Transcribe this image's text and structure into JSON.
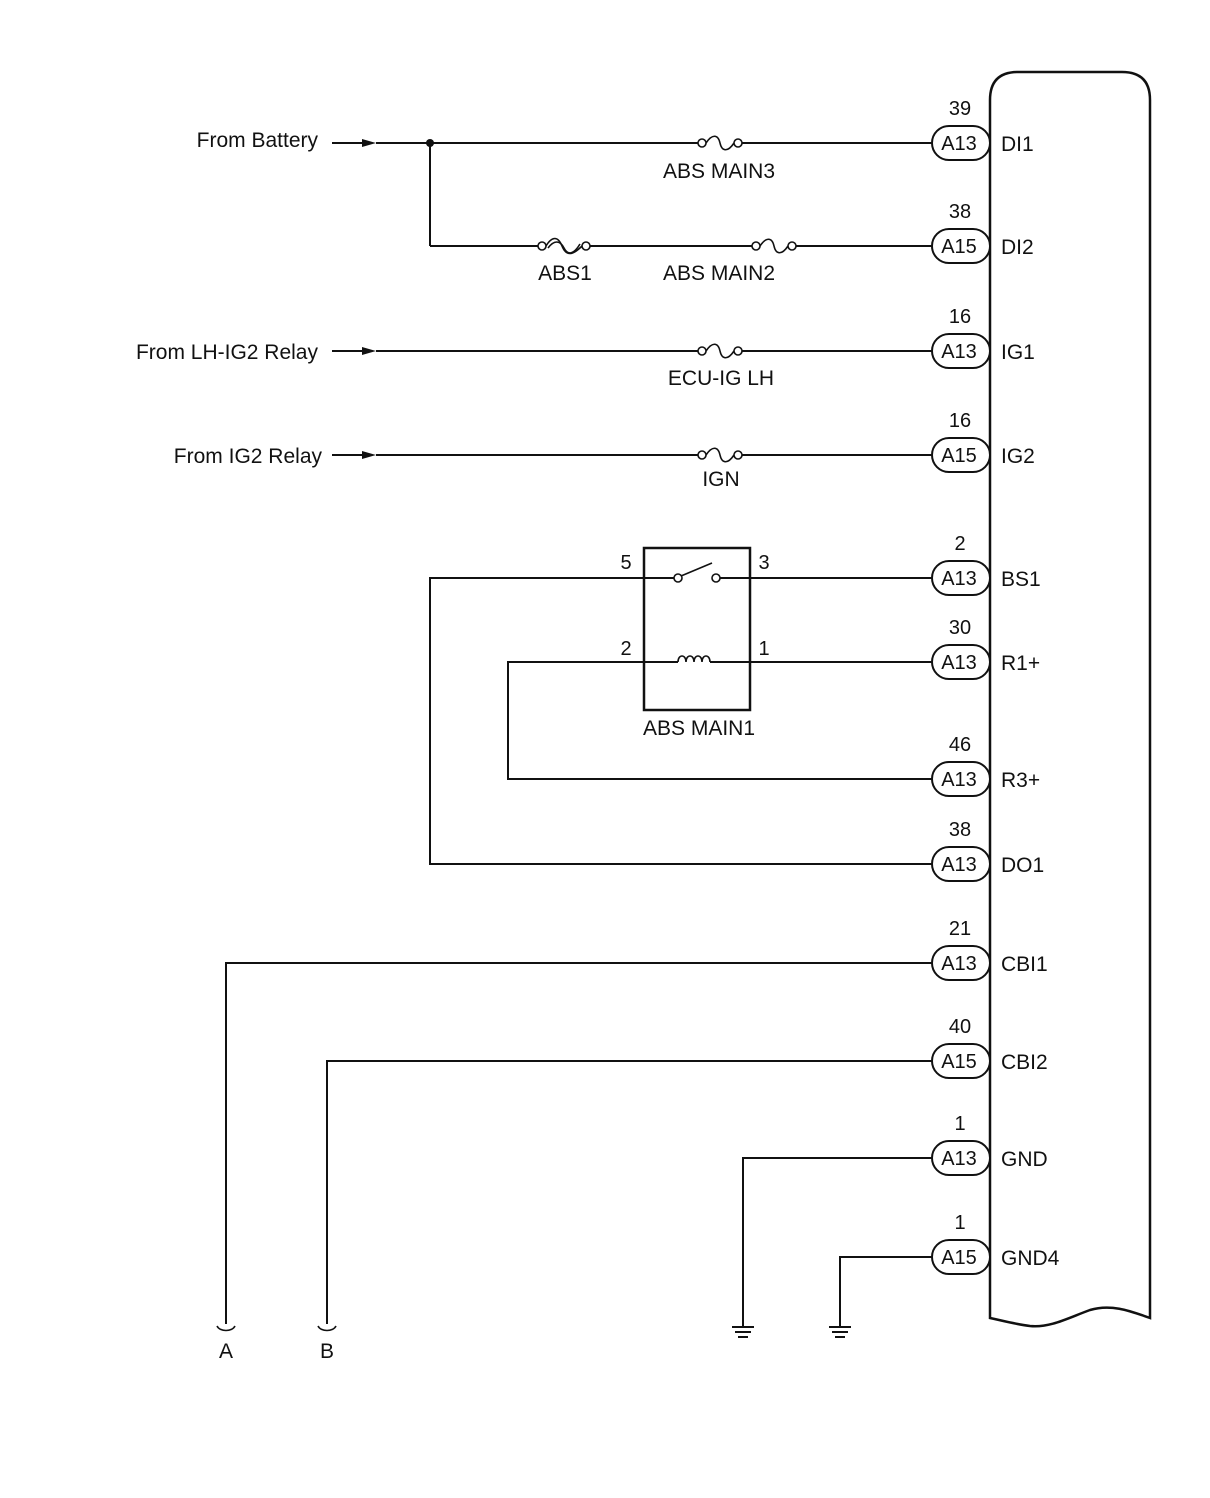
{
  "sources": [
    {
      "id": "battery",
      "label": "From Battery"
    },
    {
      "id": "lh_ig2",
      "label": "From LH-IG2 Relay"
    },
    {
      "id": "ig2",
      "label": "From IG2 Relay"
    }
  ],
  "fuses": {
    "abs_main3": "ABS MAIN3",
    "abs1": "ABS1",
    "abs_main2": "ABS MAIN2",
    "ecu_ig_lh": "ECU-IG LH",
    "ign": "IGN"
  },
  "relay": {
    "name": "ABS MAIN1",
    "pins": {
      "p5": "5",
      "p3": "3",
      "p2": "2",
      "p1": "1"
    }
  },
  "terminals": [
    {
      "pin": "39",
      "connector": "A13",
      "signal": "DI1"
    },
    {
      "pin": "38",
      "connector": "A15",
      "signal": "DI2"
    },
    {
      "pin": "16",
      "connector": "A13",
      "signal": "IG1"
    },
    {
      "pin": "16",
      "connector": "A15",
      "signal": "IG2"
    },
    {
      "pin": "2",
      "connector": "A13",
      "signal": "BS1"
    },
    {
      "pin": "30",
      "connector": "A13",
      "signal": "R1+"
    },
    {
      "pin": "46",
      "connector": "A13",
      "signal": "R3+"
    },
    {
      "pin": "38",
      "connector": "A13",
      "signal": "DO1"
    },
    {
      "pin": "21",
      "connector": "A13",
      "signal": "CBI1"
    },
    {
      "pin": "40",
      "connector": "A15",
      "signal": "CBI2"
    },
    {
      "pin": "1",
      "connector": "A13",
      "signal": "GND"
    },
    {
      "pin": "1",
      "connector": "A15",
      "signal": "GND4"
    }
  ],
  "off_page": {
    "a": "A",
    "b": "B"
  }
}
